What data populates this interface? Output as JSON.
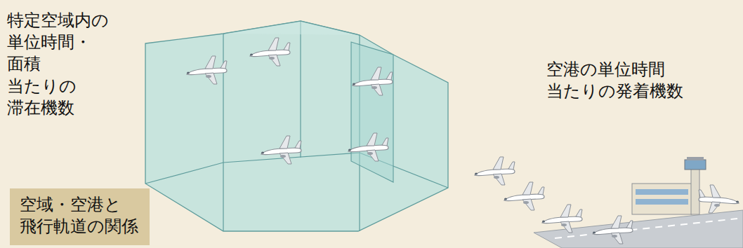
{
  "diagram": {
    "nodes": [
      {
        "text": [
          "空域・空港と 飛行軌道の関係"
        ]
      }
    ],
    "labels": [
      "特定空域内の 単位時間・面積 当たりの 滞在機数",
      "空港の単位時間 当たりの発着機数"
    ]
  }
}
